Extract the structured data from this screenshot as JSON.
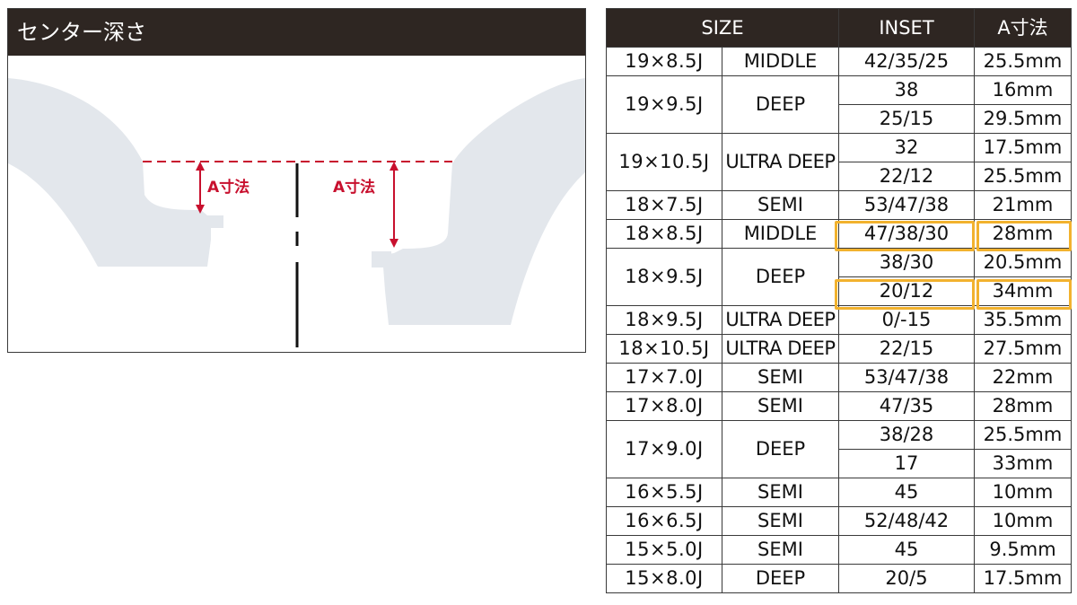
{
  "diagram": {
    "title": "センター深さ",
    "label_left": "A寸法",
    "label_right": "A寸法"
  },
  "table": {
    "headers": {
      "size": "SIZE",
      "inset": "INSET",
      "a": "A寸法"
    },
    "rows": [
      {
        "size": "19×8.5J",
        "type": "MIDDLE",
        "inset": "42/35/25",
        "a": "25.5mm"
      },
      {
        "size": "19×9.5J",
        "type": "DEEP",
        "inset": "38",
        "a": "16mm"
      },
      {
        "size": "",
        "type": "",
        "inset": "25/15",
        "a": "29.5mm"
      },
      {
        "size": "19×10.5J",
        "type": "ULTRA DEEP",
        "inset": "32",
        "a": "17.5mm"
      },
      {
        "size": "",
        "type": "",
        "inset": "22/12",
        "a": "25.5mm"
      },
      {
        "size": "18×7.5J",
        "type": "SEMI",
        "inset": "53/47/38",
        "a": "21mm"
      },
      {
        "size": "18×8.5J",
        "type": "MIDDLE",
        "inset": "47/38/30",
        "a": "28mm"
      },
      {
        "size": "18×9.5J",
        "type": "DEEP",
        "inset": "38/30",
        "a": "20.5mm"
      },
      {
        "size": "",
        "type": "",
        "inset": "20/12",
        "a": "34mm"
      },
      {
        "size": "18×9.5J",
        "type": "ULTRA DEEP",
        "inset": "0/-15",
        "a": "35.5mm"
      },
      {
        "size": "18×10.5J",
        "type": "ULTRA DEEP",
        "inset": "22/15",
        "a": "27.5mm"
      },
      {
        "size": "17×7.0J",
        "type": "SEMI",
        "inset": "53/47/38",
        "a": "22mm"
      },
      {
        "size": "17×8.0J",
        "type": "SEMI",
        "inset": "47/35",
        "a": "28mm"
      },
      {
        "size": "17×9.0J",
        "type": "DEEP",
        "inset": "38/28",
        "a": "25.5mm"
      },
      {
        "size": "",
        "type": "",
        "inset": "17",
        "a": "33mm"
      },
      {
        "size": "16×5.5J",
        "type": "SEMI",
        "inset": "45",
        "a": "10mm"
      },
      {
        "size": "16×6.5J",
        "type": "SEMI",
        "inset": "52/48/42",
        "a": "10mm"
      },
      {
        "size": "15×5.0J",
        "type": "SEMI",
        "inset": "45",
        "a": "9.5mm"
      },
      {
        "size": "15×8.0J",
        "type": "DEEP",
        "inset": "20/5",
        "a": "17.5mm"
      }
    ]
  },
  "colors": {
    "header_bg": "#2e2622",
    "highlight": "#f2b22e",
    "dim_red": "#c8102e",
    "wheel_gray": "#e3e7ec"
  }
}
